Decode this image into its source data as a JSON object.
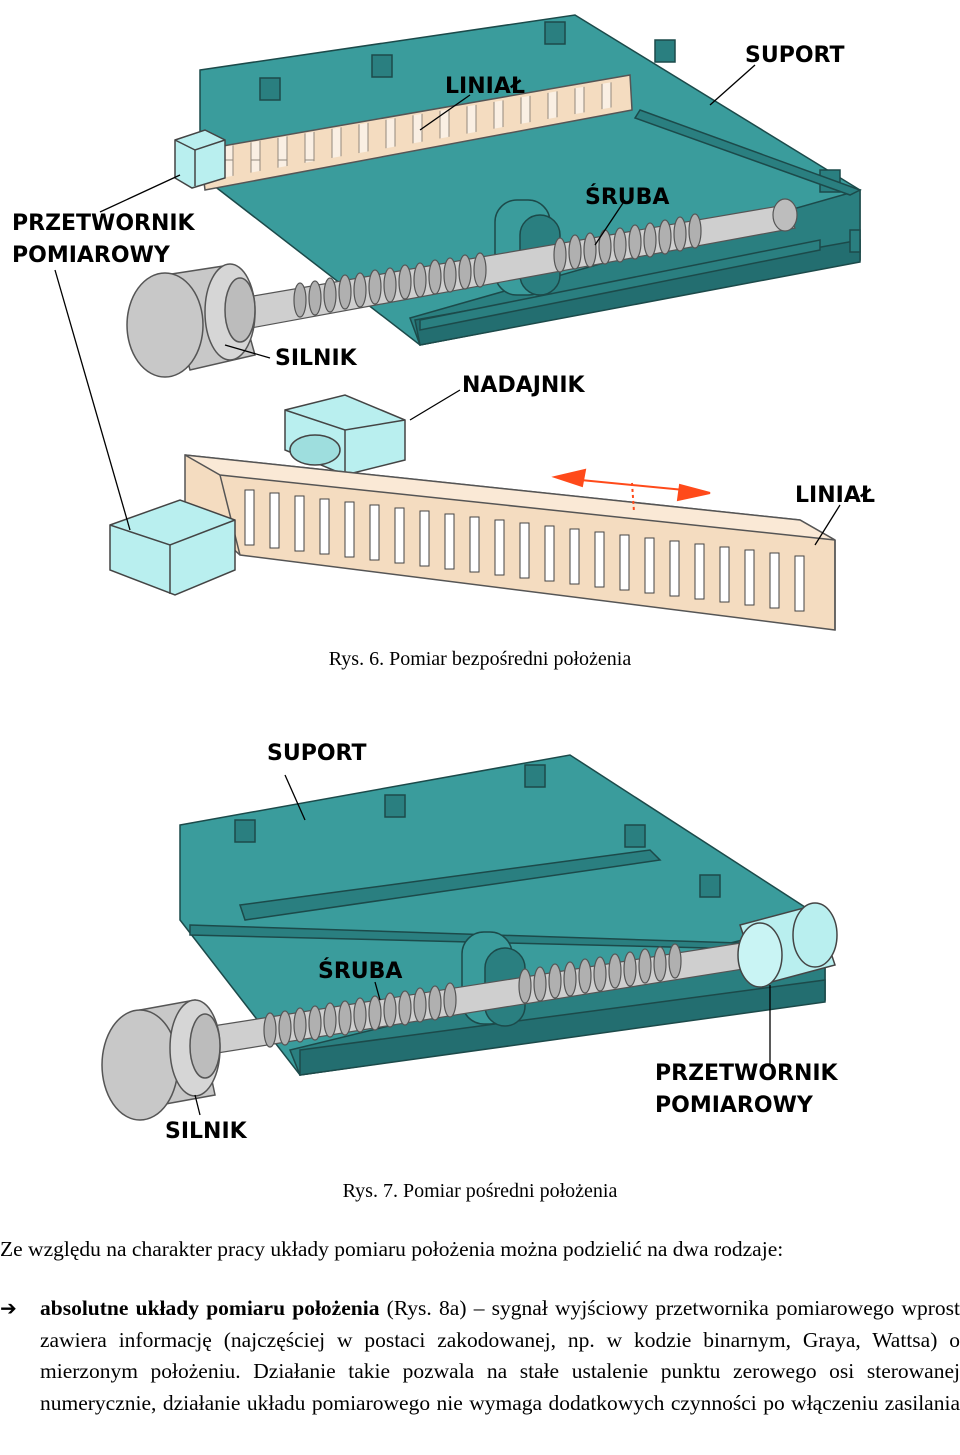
{
  "figure6": {
    "labels": {
      "suport": "SUPORT",
      "linial_top": "LINIAŁ",
      "sruba": "ŚRUBA",
      "przetwornik_line1": "PRZETWORNIK",
      "przetwornik_line2": "POMIAROWY",
      "silnik": "SILNIK",
      "nadajnik": "NADAJNIK",
      "linial_bottom": "LINIAŁ"
    },
    "caption": "Rys. 6. Pomiar bezpośredni położenia"
  },
  "figure7": {
    "labels": {
      "suport": "SUPORT",
      "sruba": "ŚRUBA",
      "przetwornik_line1": "PRZETWORNIK",
      "przetwornik_line2": "POMIAROWY",
      "silnik": "SILNIK"
    },
    "caption": "Rys. 7. Pomiar pośredni położenia"
  },
  "colors": {
    "teal": "#3a9c9c",
    "teal_dark": "#2a7f80",
    "beige": "#f4dcc0",
    "light_cyan": "#b9efef",
    "gray": "#c8c8c8",
    "arrow_red": "#ff4a1a"
  },
  "text": {
    "intro": "Ze względu na charakter pracy układy pomiaru położenia można podzielić na dwa rodzaje:",
    "bullet_icon": "arrow-right-icon",
    "bullet_bold": "absolutne układy pomiaru położenia",
    "bullet_rest": " (Rys. 8a) – sygnał wyjściowy przetwornika pomiarowego wprost zawiera informację (najczęściej w postaci zakodowanej, np. w kodzie binarnym, Graya, Wattsa) o mierzonym położeniu. Działanie takie pozwala na stałe ustalenie punktu zerowego osi sterowanej numerycznie, działanie układu pomiarowego nie wymaga dodatkowych czynności po włączeniu zasilania"
  }
}
